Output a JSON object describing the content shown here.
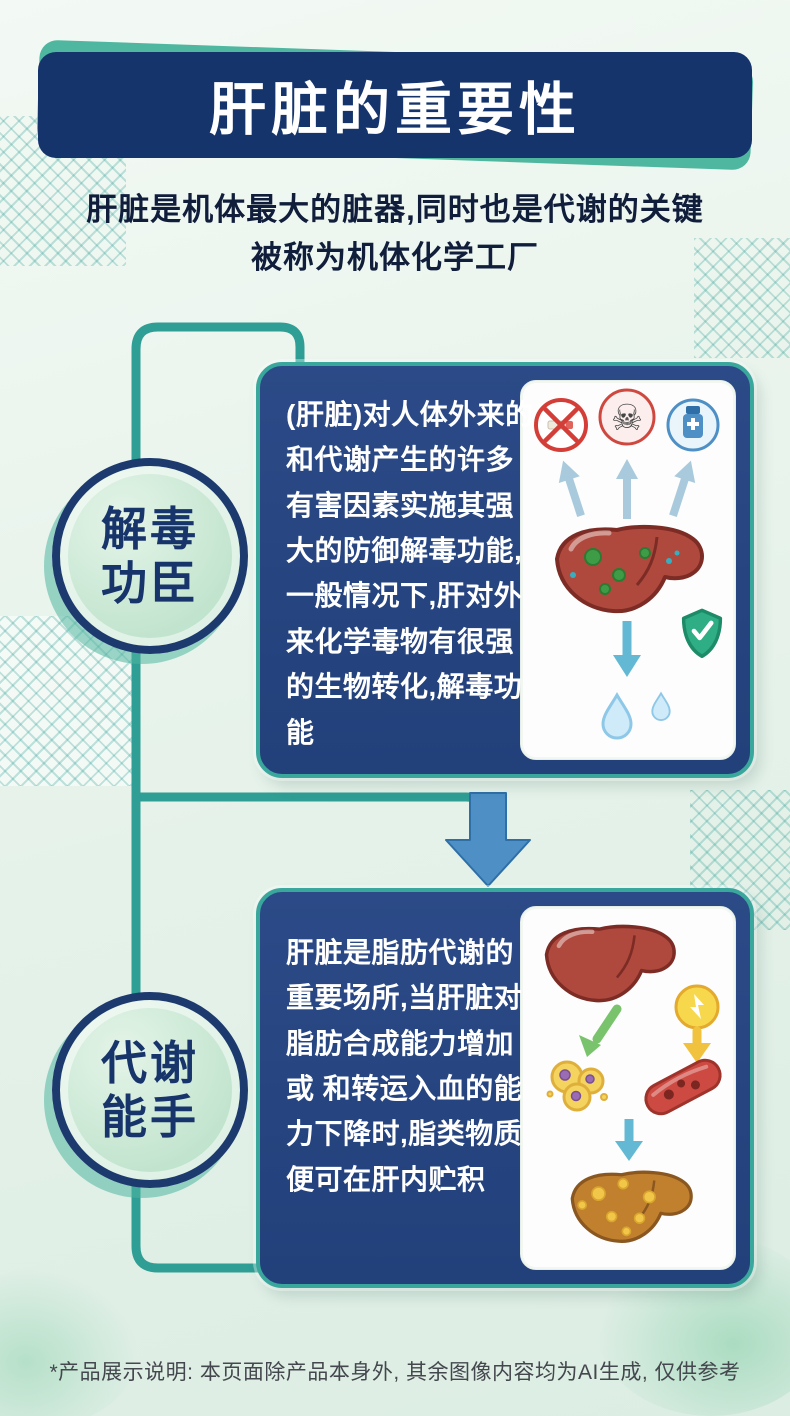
{
  "header": {
    "title": "肝脏的重要性",
    "subtitle_line1": "肝脏是机体最大的脏器,同时也是代谢的关键",
    "subtitle_line2": "被称为机体化学工厂"
  },
  "sections": [
    {
      "badge_line1": "解毒",
      "badge_line2": "功臣",
      "body": "(肝脏)对人体外来的和代谢产生的许多有害因素实施其强大的防御解毒功能,一般情况下,肝对外来化学毒物有很强的生物转化,解毒功能",
      "illustration_icons": [
        "no-smoking-icon",
        "skull-icon",
        "medicine-bottle-icon",
        "liver-with-toxins",
        "shield-check-icon",
        "water-drops-icon",
        "up-arrows",
        "down-arrow"
      ]
    },
    {
      "badge_line1": "代谢",
      "badge_line2": "能手",
      "body": "肝脏是脂肪代谢的重要场所,当肝脏对脂肪合成能力增加或 和转运入血的能力下降时,脂类物质便可在肝内贮积",
      "illustration_icons": [
        "liver-icon",
        "lightning-icon",
        "fat-cells-icon",
        "blood-vessel-icon",
        "fatty-liver-icon",
        "green-arrow",
        "yellow-arrow",
        "down-arrow"
      ]
    }
  ],
  "footer": {
    "note": "*产品展示说明: 本页面除产品本身外, 其余图像内容均为AI生成, 仅供参考"
  },
  "icons": {
    "skull_glyph": "☠"
  },
  "colors": {
    "navy": "#17346b",
    "teal_line": "#2f9e95",
    "card_blue": "#27447f",
    "arrow_blue": "#4e90c5",
    "banner_shadow_teal": "#4fb79f",
    "mint_background": "#e7f3eb"
  }
}
